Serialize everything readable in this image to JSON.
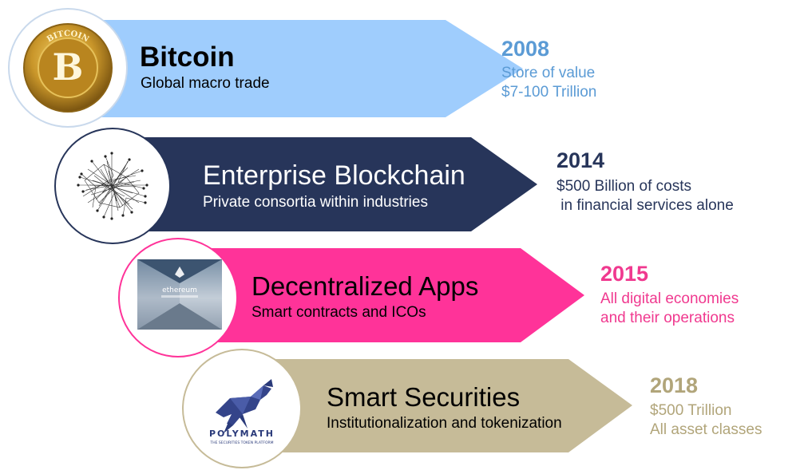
{
  "rows": [
    {
      "title": "Bitcoin",
      "subtitle": "Global macro trade",
      "year": "2008",
      "notes": [
        "Store of value",
        "$7-100 Trillion"
      ],
      "arrow_color": "#9fcdfd",
      "text_color": "#000000",
      "accent_color": "#5b9bd5",
      "icon": "bitcoin-coin-icon",
      "icon_text": [
        "BITCOIN",
        "B"
      ]
    },
    {
      "title": "Enterprise Blockchain",
      "subtitle": "Private consortia within industries",
      "year": "2014",
      "notes": [
        "$500 Billion of costs",
        " in financial services alone"
      ],
      "arrow_color": "#27355a",
      "text_color": "#ffffff",
      "accent_color": "#27355a",
      "icon": "network-graph-icon"
    },
    {
      "title": "Decentralized Apps",
      "subtitle": "Smart contracts and ICOs",
      "year": "2015",
      "notes": [
        "All digital economies",
        "and their operations"
      ],
      "arrow_color": "#ff3399",
      "text_color": "#000000",
      "accent_color": "#f0398f",
      "icon": "ethereum-building-icon",
      "icon_text": [
        "ethereum"
      ]
    },
    {
      "title": "Smart Securities",
      "subtitle": "Institutionalization and tokenization",
      "year": "2018",
      "notes": [
        "$500 Trillion",
        "All asset classes"
      ],
      "arrow_color": "#c6bb98",
      "text_color": "#000000",
      "accent_color": "#b1a57a",
      "icon": "polymath-bull-icon",
      "icon_text": [
        "POLYMATH",
        "THE SECURITIES TOKEN PLATFORM"
      ]
    }
  ]
}
